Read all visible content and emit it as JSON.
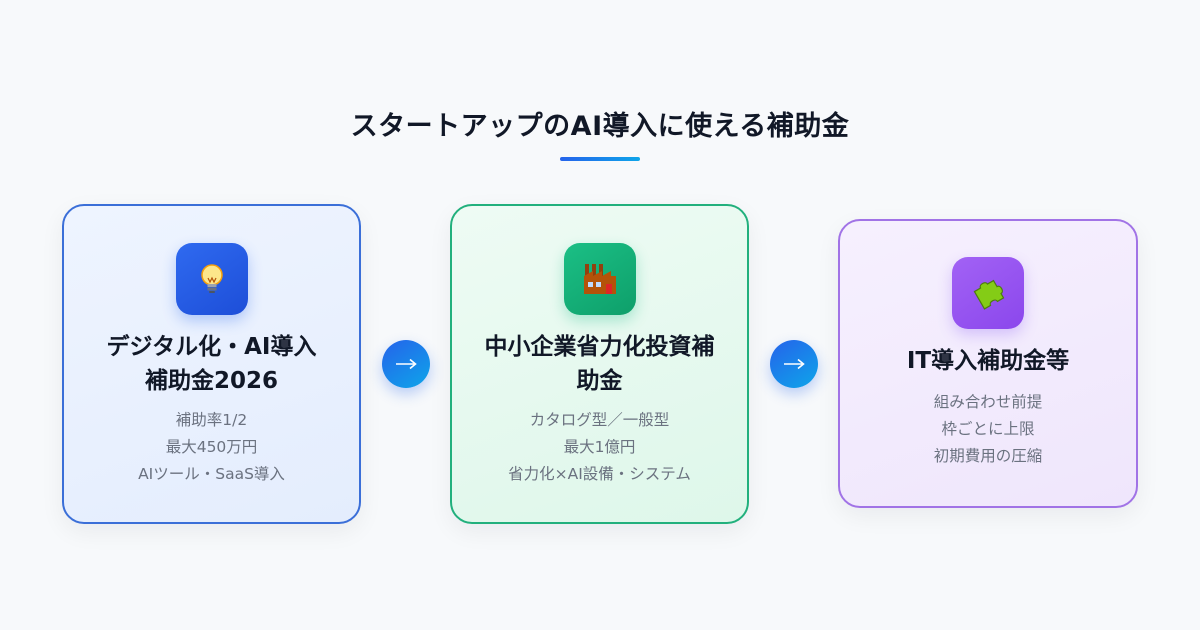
{
  "header": {
    "title": "スタートアップのAI導入に使える補助金"
  },
  "colors": {
    "accent_blue": "#2563eb",
    "accent_cyan": "#0ea5e9",
    "card1_border": "#3b6fd8",
    "card2_border": "#22b07d",
    "card3_border": "#a173e6"
  },
  "cards": [
    {
      "icon": "lightbulb-icon",
      "title_lines": [
        "デジタル化・AI導入",
        "補助金2026"
      ],
      "details": [
        "補助率1/2",
        "最大450万円",
        "AIツール・SaaS導入"
      ]
    },
    {
      "icon": "factory-icon",
      "title_lines": [
        "中小企業省力化投資補",
        "助金"
      ],
      "details": [
        "カタログ型／一般型",
        "最大1億円",
        "省力化×AI設備・システム"
      ]
    },
    {
      "icon": "puzzle-piece-icon",
      "title_lines": [
        "IT導入補助金等"
      ],
      "details": [
        "組み合わせ前提",
        "枠ごとに上限",
        "初期費用の圧縮"
      ]
    }
  ],
  "arrows": [
    {
      "symbol": "→"
    },
    {
      "symbol": "→"
    }
  ]
}
